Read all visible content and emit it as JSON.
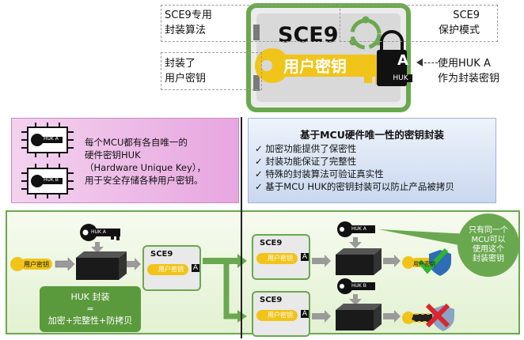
{
  "top": {
    "sce9_algo": [
      "SCE9专用",
      "封装算法"
    ],
    "sce9_protect": [
      "SCE9",
      "保护模式"
    ],
    "wrapped_key": [
      "封装了",
      "用户密钥"
    ],
    "huk_use": [
      "使用HUK A",
      "作为封装密钥"
    ],
    "safe_title": "SCE9",
    "safe_key_label": "用户密钥",
    "lock_letter": "A",
    "lock_tag": "HUK"
  },
  "pink_panel": {
    "chip_label": "HUK A",
    "chip_label_b": "HUK B",
    "lines": [
      "每个MCU都有各自唯一的",
      "硬件密钥HUK",
      "（Hardware Unique Key），",
      "用于安全存储各种用户密钥。"
    ]
  },
  "blue_panel": {
    "title": "基于MCU硬件唯一性的密钥封装",
    "bullets": [
      "✓  加密功能提供了保密性",
      "✓  封装功能保证了完整性",
      "✓  特殊的封装算法可验证真实性",
      "✓  基于MCU HUK的密钥封装可以防止产品被拷贝"
    ]
  },
  "flow": {
    "input_key": "用户密钥",
    "huk_key": "HUK A",
    "huk_key_top": "HUK A",
    "huk_key_bottom": "HUK B",
    "mini_title": "SCE9",
    "mini_key": "用户密钥",
    "mini_lock": "A",
    "huk_box": [
      "HUK 封装",
      "=",
      "加密+完整性+防拷贝"
    ],
    "callout": [
      "只有同一个",
      "MCU可以",
      "使用这个",
      "封装密钥"
    ],
    "output_key": "用户密钥"
  },
  "colors": {
    "green": "#6aa84f",
    "gold": "#f0c419",
    "pink": "#e7a6df",
    "blue": "#c9d8ef",
    "red": "#d9262c",
    "check": "#2fb52f"
  }
}
